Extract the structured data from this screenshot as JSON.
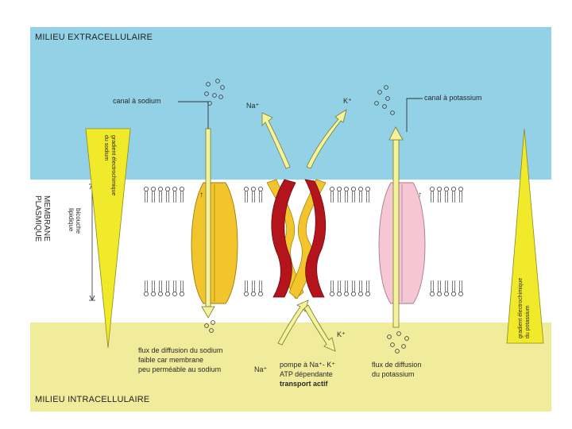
{
  "zones": {
    "top_label": "MILIEU EXTRACELLULAIRE",
    "bottom_label": "MILIEU INTRACELLULAIRE"
  },
  "membrane": {
    "label_line1": "MEMBRANE",
    "label_line2": "PLASMIQUE",
    "bilayer_line1": "bicouche",
    "bilayer_line2": "lipidique"
  },
  "labels": {
    "sodium_channel": "canal à sodium",
    "potassium_channel": "canal à potassium",
    "na_top": "Na⁺",
    "k_top": "K⁺",
    "na_bottom": "Na⁺",
    "k_bottom": "K⁺",
    "sodium_flux_line1": "flux de diffusion du sodium",
    "sodium_flux_line2": "faible car membrane",
    "sodium_flux_line3": "peu perméable au sodium",
    "pump_line1": "pompe à Na⁺- K⁺",
    "pump_line2": "ATP dépendante",
    "pump_line3": "transport actif",
    "potassium_flux_line1": "flux de diffusion",
    "potassium_flux_line2": "du potassium",
    "sodium_gradient_line1": "gradient électrochimique",
    "sodium_gradient_line2": "du sodium",
    "potassium_gradient_line1": "gradient électrochimique",
    "potassium_gradient_line2": "du potassium"
  },
  "colors": {
    "extracellular": "#92d1e6",
    "intracellular": "#f1eb9c",
    "sodium_channel": "#f3c52c",
    "potassium_channel": "#f5c6d3",
    "pump": "#b4141c",
    "gradient": "#f0ea2a",
    "arrow_fill": "#f4f29a"
  }
}
